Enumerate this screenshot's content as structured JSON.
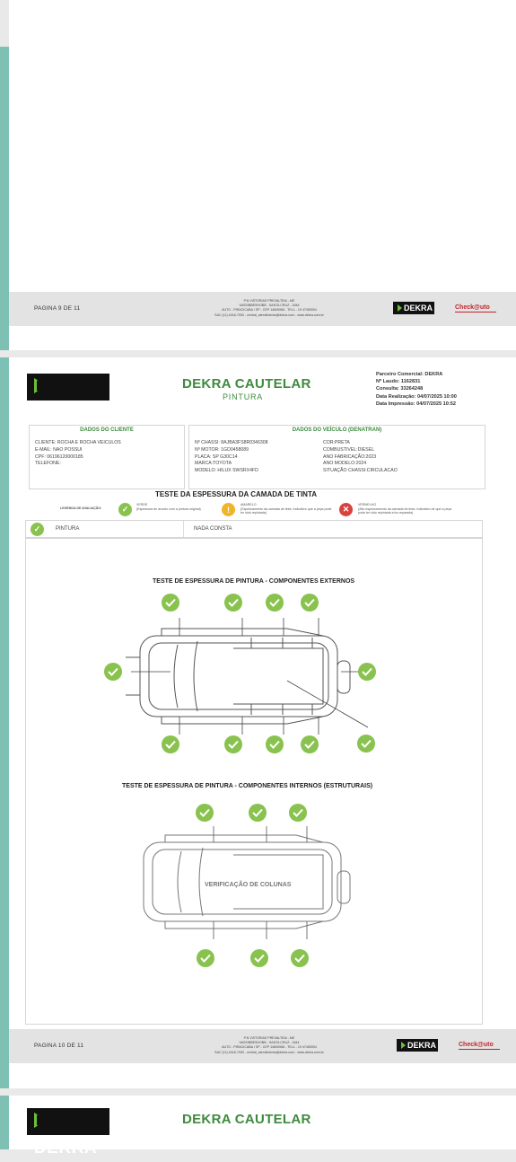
{
  "prev_page": {
    "page_label": "PAGINA 9 DE 11"
  },
  "footer": {
    "address_lines": [
      "P.N VISTORIAS PREVALTEIA - ME",
      "VASSIBBESHOBB - SANTA CRUZ - 1844",
      "AUTO - PIRACICABA / SP - CEP 14600066 - TELL - 19 47450004",
      "SAC (11) 4418-7000 - central_atendimento@dekra.com - www.dekra.com.br"
    ],
    "dekra_small": "DEKRA",
    "checkauto": "Check@uto"
  },
  "report": {
    "brand": "DEKRA",
    "title": "DEKRA CAUTELAR",
    "subtitle": "PINTURA",
    "meta": [
      "Parceiro Comercial: DEKRA",
      "Nº Laudo: 1162831",
      "Consulta: 33264248",
      "Data Realização: 04/07/2025 10:00",
      "Data Impressão: 04/07/2025 10:52"
    ],
    "client": {
      "heading": "DADOS DO CLIENTE",
      "lines": [
        "CLIENTE: ROCHA E ROCHA VEICULOS",
        "E-MAIL: NAO POSSUI",
        "CPF: 06196120000185",
        "TELEFONE:"
      ]
    },
    "vehicle": {
      "heading": "DADOS DO VEÍCULO (DENATRAN)",
      "left": [
        "Nº CHASSI: 8AJBA3FS8R0346308",
        "Nº MOTOR: 1GD0458089",
        "PLACA: SP G30C14",
        "MARCA:TOYOTA",
        "MODELO: HILUX SWSRX4FD"
      ],
      "right": [
        "COR:PRETA",
        "COMBUSTIVEL:DIESEL",
        "ANO FABRICAÇÃO:2023",
        "ANO MODELO:2024",
        "SITUAÇÃO CHASSI:CIRCULACAO"
      ]
    },
    "section_title": "TESTE DA ESPESSURA DA CAMADA DE TINTA",
    "legend": {
      "label": "LEGENDA DE AVALIAÇÃO:",
      "green_title": "VERDE",
      "green_desc": "(Espessura de acordo com a pintura original)",
      "yellow_title": "AMARELO",
      "yellow_desc": "(Espessamento da camada de tinta. Indicativo que a peça pode ter sido repintada)",
      "red_title": "VERMELHO",
      "red_desc": "(Alto espessamento da camada de tinta. Indicativo de que a peça pode ter sido repintada e/ou reparada)"
    },
    "result_row": {
      "item": "PINTURA",
      "status": "NADA CONSTA"
    },
    "external_title": "TESTE DE ESPESSURA DE PINTURA - COMPONENTES EXTERNOS",
    "internal_title": "TESTE DE ESPESSURA DE PINTURA - COMPONENTES INTERNOS (ESTRUTURAIS)",
    "columns_check": "VERIFICAÇÃO DE COLUNAS",
    "page_label": "PAGINA 10 DE 11"
  },
  "next_page": {
    "brand": "DEKRA",
    "title": "DEKRA CAUTELAR"
  },
  "colors": {
    "accent_green": "#3e8a3e",
    "check_green": "#89c24e",
    "left_bar": "#7fc0b4"
  }
}
